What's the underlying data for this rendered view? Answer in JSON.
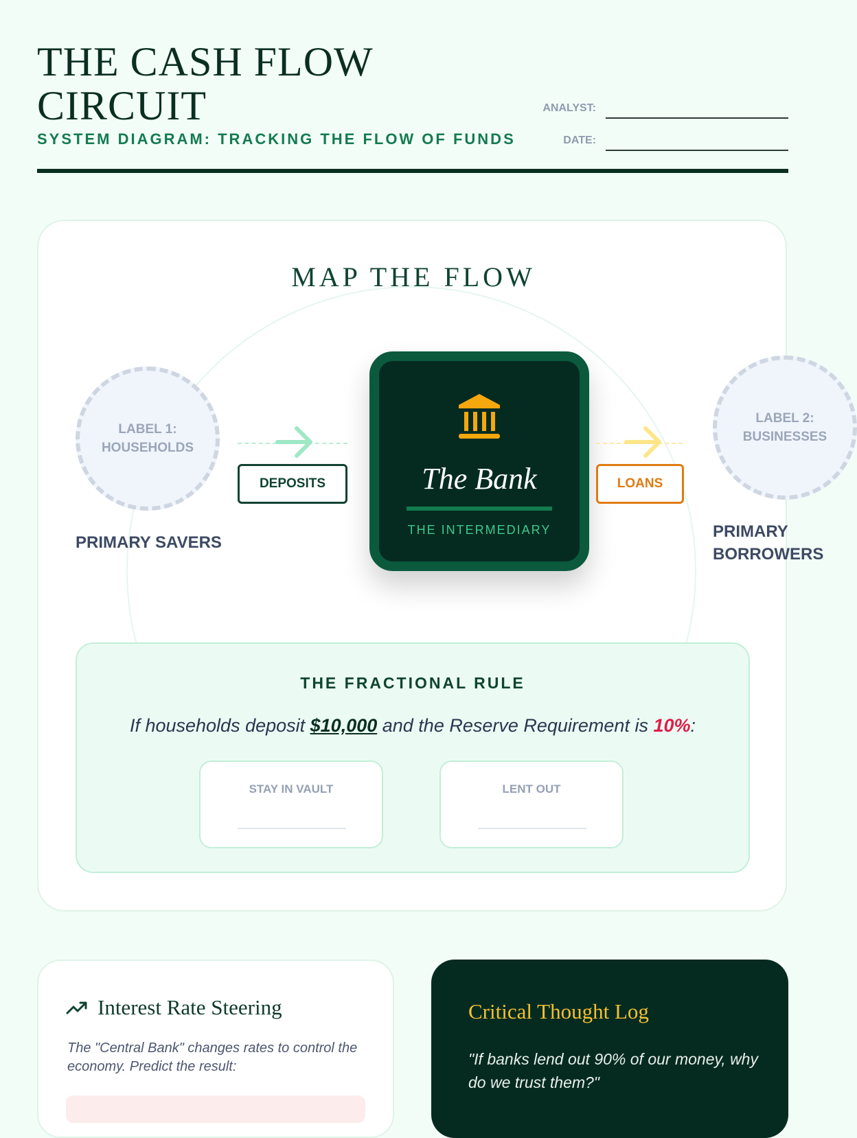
{
  "header": {
    "title": "THE CASH FLOW CIRCUIT",
    "subtitle": "SYSTEM DIAGRAM: TRACKING THE FLOW OF FUNDS",
    "analyst_label": "ANALYST:",
    "date_label": "DATE:"
  },
  "map": {
    "title": "MAP THE FLOW",
    "left_node": {
      "label_line1": "LABEL 1:",
      "label_line2": "HOUSEHOLDS",
      "caption": "PRIMARY SAVERS"
    },
    "right_node": {
      "label_line1": "LABEL 2:",
      "label_line2": "BUSINESSES",
      "caption_line1": "PRIMARY",
      "caption_line2": "BORROWERS"
    },
    "deposits_label": "DEPOSITS",
    "loans_label": "LOANS",
    "bank": {
      "name": "The Bank",
      "subtitle": "THE INTERMEDIARY"
    }
  },
  "fractional_rule": {
    "title": "THE FRACTIONAL RULE",
    "text_prefix": "If households deposit ",
    "deposit_amount": "$10,000",
    "text_middle": " and the Reserve Requirement is ",
    "reserve_pct": "10%",
    "text_suffix": ":",
    "vault_label": "STAY IN VAULT",
    "lent_label": "LENT OUT"
  },
  "steering": {
    "title": "Interest Rate Steering",
    "text": "The \"Central Bank\" changes rates to control the economy. Predict the result:"
  },
  "log": {
    "title": "Critical Thought Log",
    "quote": "\"If banks lend out 90% of our money, why do we trust them?\""
  },
  "colors": {
    "accent_green": "#137b4f",
    "dark_green": "#052b21",
    "deposit_arrow": "#9fe8c5",
    "loan_arrow": "#fde68a",
    "loan_orange": "#e07b12",
    "highlight_red": "#e11d48",
    "gold": "#f5c030"
  },
  "icons": [
    "bank-building-icon",
    "arrow-right-icon",
    "trend-up-icon"
  ]
}
